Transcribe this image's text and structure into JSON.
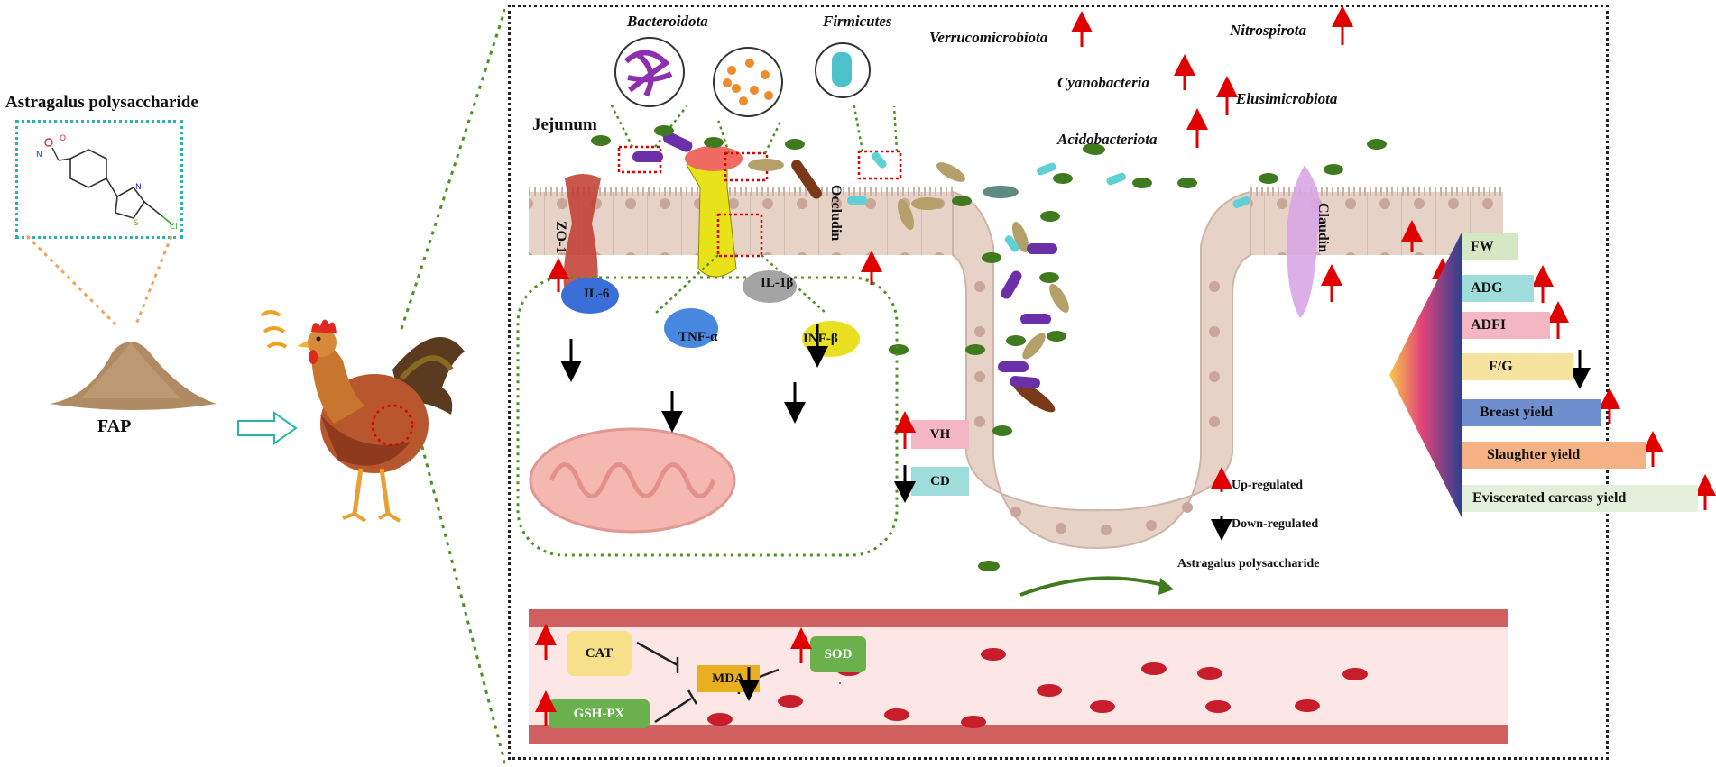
{
  "compound_title": "Astragalus polysaccharide",
  "powder_label": "FAP",
  "tissue_label": "Jejunum",
  "phyla": {
    "bacteroidota": "Bacteroidota",
    "firmicutes": "Firmicutes",
    "verrucomicrobiota": "Verrucomicrobiota",
    "nitrospirota": "Nitrospirota",
    "cyanobacteria": "Cyanobacteria",
    "elusimicrobiota": "Elusimicrobiota",
    "acidobacteriota": "Acidobacteriota"
  },
  "tight_junctions": {
    "zo1": "ZO-1",
    "occludin": "Occludin",
    "claudin": "Claudin"
  },
  "cytokines": {
    "il6": "IL-6",
    "il1b": "IL-1β",
    "tnfa": "TNF-α",
    "infb": "INF-β"
  },
  "morphology": {
    "vh": "VH",
    "cd": "CD"
  },
  "legend": {
    "up": "Up-regulated",
    "down": "Down-regulated",
    "aps": "Astragalus polysaccharide"
  },
  "antioxidant": {
    "cat": "CAT",
    "gshpx": "GSH-PX",
    "mda": "MDA",
    "sod": "SOD"
  },
  "metrics": [
    {
      "label": "FW",
      "direction": "up",
      "color": "#d5e8c4"
    },
    {
      "label": "ADG",
      "direction": "up",
      "color": "#9fdcdc"
    },
    {
      "label": "ADFI",
      "direction": "up",
      "color": "#f4b6c2"
    },
    {
      "label": "F/G",
      "direction": "down",
      "color": "#f6e3a0"
    },
    {
      "label": "Breast yield",
      "direction": "up",
      "color": "#6f8fcf"
    },
    {
      "label": "Slaughter yield",
      "direction": "up",
      "color": "#f4b183"
    },
    {
      "label": "Eviscerated carcass yield",
      "direction": "up",
      "color": "#e2efda"
    }
  ],
  "colors": {
    "up_arrow": "#e00000",
    "down_arrow": "#000000",
    "dashed_green": "#4f8f23",
    "dashed_teal": "#26b5a8",
    "dashed_red": "#e00000"
  }
}
